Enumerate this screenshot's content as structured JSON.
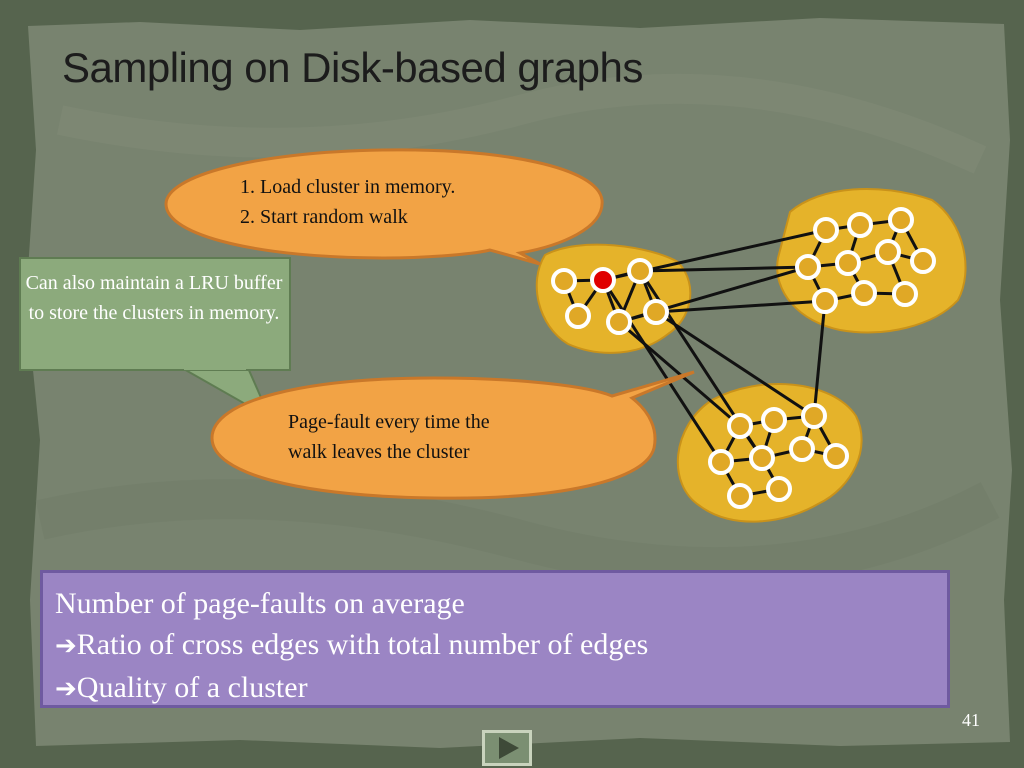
{
  "slide": {
    "title": "Sampling on Disk-based graphs",
    "page_number": "41"
  },
  "callouts": {
    "top": {
      "line1": "1. Load cluster in memory.",
      "line2": "2. Start random walk"
    },
    "left": {
      "text": "Can also maintain a LRU buffer to store the clusters in memory."
    },
    "bottom": {
      "line1": "Page-fault every time the",
      "line2": "walk leaves the cluster"
    }
  },
  "summary": {
    "line1": "Number of page-faults on average",
    "line2": "Ratio of cross edges with total number of edges",
    "line3": "Quality of a cluster",
    "arrow": "➔"
  },
  "colors": {
    "background": "#56644e",
    "panel": "#78836f",
    "bubble_orange": "#f2a345",
    "cluster_yellow": "#e5b32a",
    "node_fill": "#e0a826",
    "start_node": "#e00000",
    "note_green": "#8caa7c",
    "summary_purple": "#9b85c4"
  },
  "controls": {
    "next_icon": "play-icon"
  }
}
